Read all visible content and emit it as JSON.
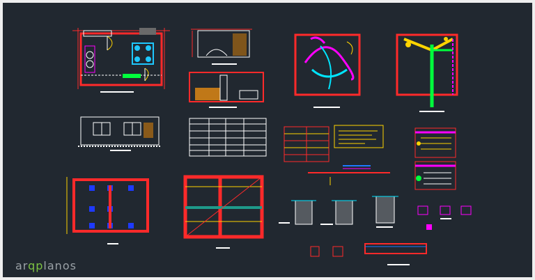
{
  "watermark": {
    "part1": "ar",
    "part2": "qp",
    "part3": "lanos"
  },
  "colors": {
    "background": "#212830",
    "frame": "#eeeeee",
    "wall": "#ff2a2a",
    "line": "#ffffff",
    "accent_yellow": "#ffd400",
    "accent_magenta": "#ff00ff",
    "accent_cyan": "#00e5ff",
    "accent_green": "#00ff3c",
    "brand_green": "#7cc242"
  }
}
